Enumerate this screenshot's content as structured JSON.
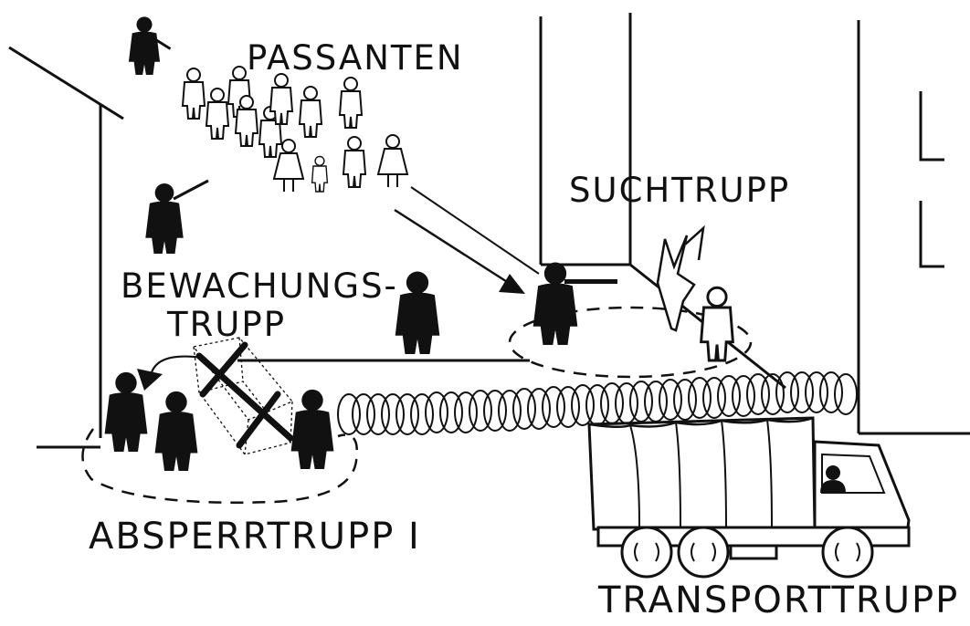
{
  "labels": {
    "passanten": "PASSANTEN",
    "suchtrupp": "SUCHTRUPP",
    "bewachungstrupp_line1": "BEWACHUNGS-",
    "bewachungstrupp_line2": "TRUPP",
    "absperrtrupp": "ABSPERRTRUPP I",
    "transporttrupp": "TRANSPORTTRUPP"
  },
  "colors": {
    "ink": "#111111",
    "background": "#ffffff"
  }
}
